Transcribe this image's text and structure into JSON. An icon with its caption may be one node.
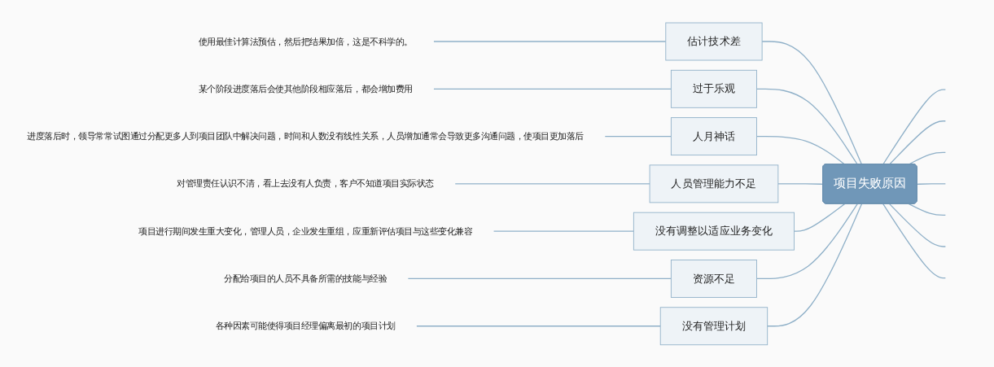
{
  "diagram": {
    "nodes": [
      {
        "text": [
          "项目失败原因"
        ]
      },
      {
        "text": [
          "估计技术差"
        ]
      },
      {
        "text": [
          "使用最佳计算法预估，然后把结果加倍，这是不科学的。"
        ]
      },
      {
        "text": [
          "过于乐观"
        ]
      },
      {
        "text": [
          "某个阶段进度落后会使其他阶段相应落后，都会增加费用"
        ]
      },
      {
        "text": [
          "人月神话"
        ]
      },
      {
        "text": [
          "进度落后时，领导常常试图通过分配更多人到项目团队中解决问题，时间和人数没有线性关系，人员增加通常会导致更多沟通问题，使项目更加落后"
        ]
      },
      {
        "text": [
          "人员管理能力不足"
        ]
      },
      {
        "text": [
          "对管理责任认识不清，看上去没有人负责，客户不知道项目实际状态"
        ]
      },
      {
        "text": [
          "没有调整以适应业务变化"
        ]
      },
      {
        "text": [
          "项目进行期间发生重大变化，管理人员，企业发生重组，应重新评估项目与这些变化兼容"
        ]
      },
      {
        "text": [
          "资源不足"
        ]
      },
      {
        "text": [
          "分配给项目的人员不具备所需的技能与经验"
        ]
      },
      {
        "text": [
          "没有管理计划"
        ]
      },
      {
        "text": [
          "各种因素可能使得项目经理偏离最初的项目计划"
        ]
      }
    ],
    "edges": [
      {
        "from": 0,
        "to": 1,
        "arrow": "none"
      },
      {
        "from": 1,
        "to": 2,
        "arrow": "none"
      },
      {
        "from": 0,
        "to": 3,
        "arrow": "none"
      },
      {
        "from": 3,
        "to": 4,
        "arrow": "none"
      },
      {
        "from": 0,
        "to": 5,
        "arrow": "none"
      },
      {
        "from": 5,
        "to": 6,
        "arrow": "none"
      },
      {
        "from": 0,
        "to": 7,
        "arrow": "none"
      },
      {
        "from": 7,
        "to": 8,
        "arrow": "none"
      },
      {
        "from": 0,
        "to": 9,
        "arrow": "none"
      },
      {
        "from": 9,
        "to": 10,
        "arrow": "none"
      },
      {
        "from": 0,
        "to": 11,
        "arrow": "none"
      },
      {
        "from": 11,
        "to": 12,
        "arrow": "none"
      },
      {
        "from": 0,
        "to": 13,
        "arrow": "none"
      },
      {
        "from": 13,
        "to": 14,
        "arrow": "none"
      },
      {
        "from": 0,
        "to": null,
        "arrow": "none"
      },
      {
        "from": 0,
        "to": null,
        "arrow": "none"
      },
      {
        "from": 0,
        "to": null,
        "arrow": "none"
      },
      {
        "from": 0,
        "to": null,
        "arrow": "none"
      },
      {
        "from": 0,
        "to": null,
        "arrow": "none"
      },
      {
        "from": 0,
        "to": null,
        "arrow": "none"
      },
      {
        "from": 0,
        "to": null,
        "arrow": "none"
      }
    ]
  }
}
